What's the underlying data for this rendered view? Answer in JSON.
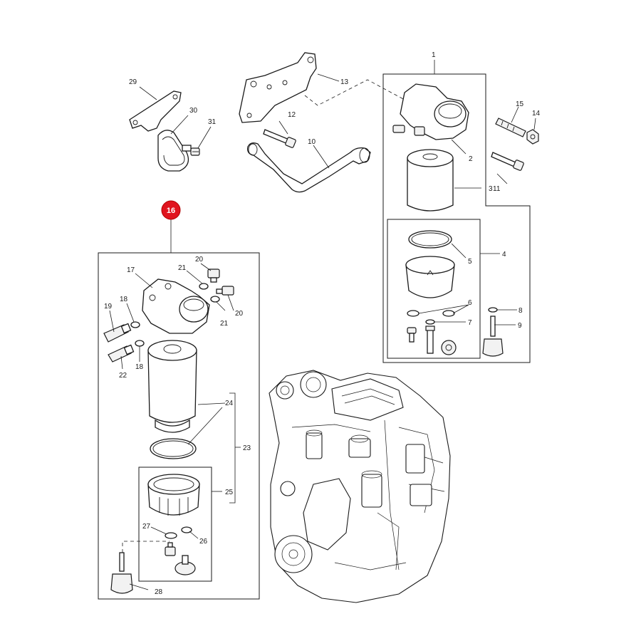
{
  "callouts": {
    "c1": "1",
    "c2": "2",
    "c3": "3",
    "c4": "4",
    "c5": "5",
    "c6": "6",
    "c7": "7",
    "c8": "8",
    "c9": "9",
    "c10": "10",
    "c11": "11",
    "c12": "12",
    "c13": "13",
    "c14": "14",
    "c15": "15",
    "c16": "16",
    "c17": "17",
    "c18a": "18",
    "c18b": "18",
    "c19": "19",
    "c20a": "20",
    "c20b": "20",
    "c21a": "21",
    "c21b": "21",
    "c22": "22",
    "c23": "23",
    "c24": "24",
    "c25": "25",
    "c26": "26",
    "c27": "27",
    "c28": "28",
    "c29": "29",
    "c30": "30",
    "c31": "31"
  },
  "highlight": {
    "callout": "16",
    "color": "#e0141e"
  }
}
